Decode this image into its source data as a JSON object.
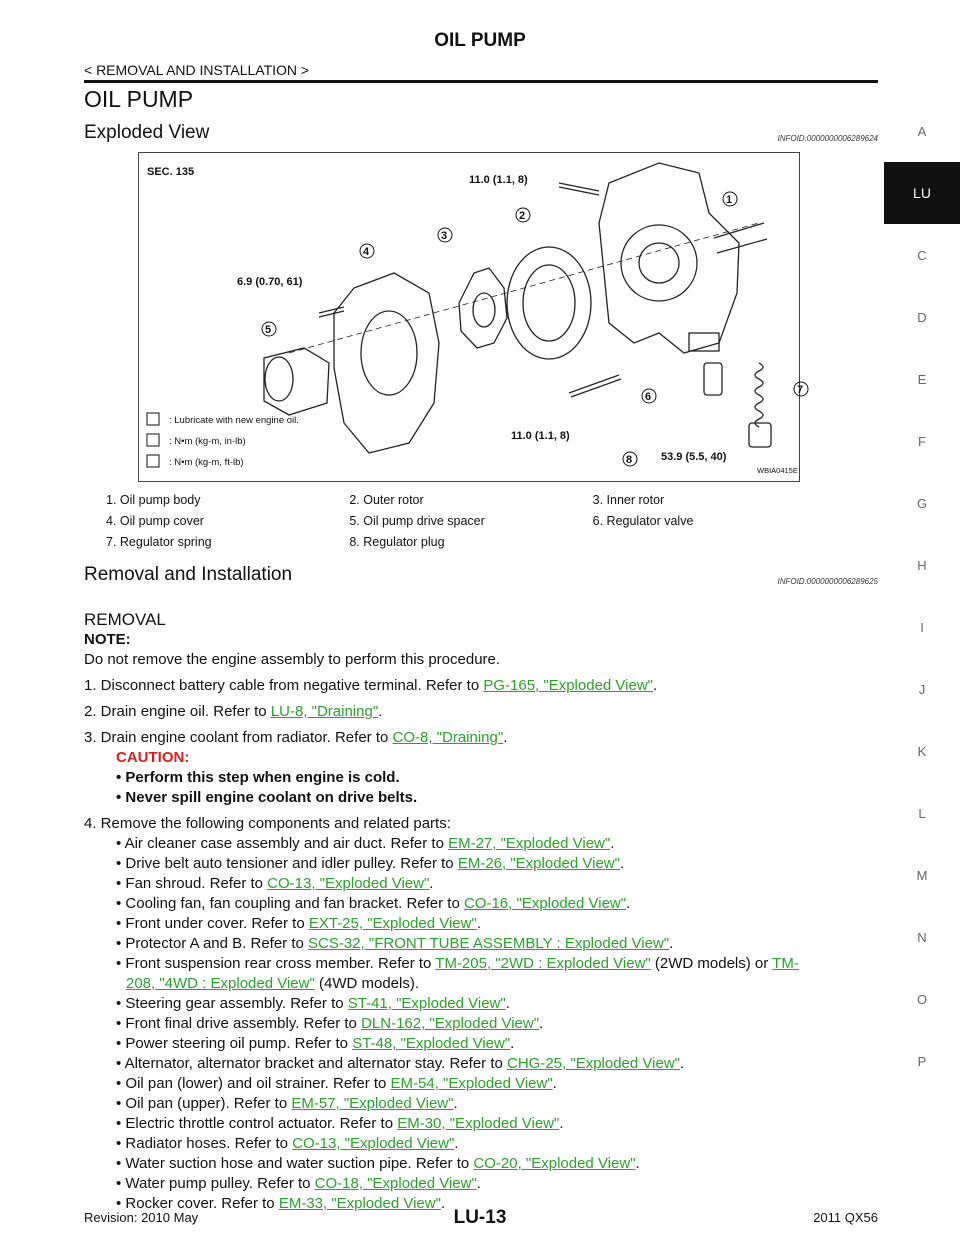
{
  "header": {
    "title": "OIL PUMP",
    "breadcrumb": "< REMOVAL AND INSTALLATION >"
  },
  "section": {
    "title": "OIL PUMP"
  },
  "exploded": {
    "title": "Exploded View",
    "info_id": "INFOID:0000000006289624"
  },
  "figure": {
    "sec": "SEC. 135",
    "torque_top": "11.0 (1.1, 8)",
    "torque_left": "6.9 (0.70, 61)",
    "torque_bottom": "11.0 (1.1, 8)",
    "torque_plug": "53.9 (5.5, 40)",
    "callouts": [
      "1",
      "2",
      "3",
      "4",
      "5",
      "6",
      "7",
      "8"
    ],
    "legend_lube": ": Lubricate with new engine oil.",
    "legend_inlb": ": N•m (kg-m, in-lb)",
    "legend_ftlb": ": N•m (kg-m, ft-lb)",
    "code": "WBIA0415E"
  },
  "parts": [
    [
      "1.   Oil pump body",
      "2.   Outer rotor",
      "3.   Inner rotor"
    ],
    [
      "4.   Oil pump cover",
      "5.   Oil pump drive spacer",
      "6.   Regulator valve"
    ],
    [
      "7.   Regulator spring",
      "8.   Regulator plug",
      ""
    ]
  ],
  "removal_install": {
    "title": "Removal and Installation",
    "info_id": "INFOID:0000000006289625"
  },
  "removal": {
    "heading": "REMOVAL",
    "note_label": "NOTE:",
    "note_text": "Do not remove the engine assembly to perform this procedure.",
    "step1": "1.  Disconnect battery cable from negative terminal. Refer to ",
    "step1_link": "PG-165, \"Exploded View\"",
    "step2": "2.  Drain engine oil. Refer to ",
    "step2_link": "LU-8, \"Draining\"",
    "step3": "3.  Drain engine coolant from radiator. Refer to ",
    "step3_link": "CO-8, \"Draining\"",
    "caution_label": "CAUTION:",
    "caution_1": "Perform this step when engine is cold.",
    "caution_2": "Never spill engine coolant on drive belts.",
    "step4": "4.  Remove the following components and related parts:",
    "items": [
      {
        "text": "• Air cleaner case assembly and air duct. Refer to ",
        "link": "EM-27, \"Exploded View\"",
        "tail": "."
      },
      {
        "text": "• Drive belt auto tensioner and idler pulley. Refer to ",
        "link": "EM-26, \"Exploded View\"",
        "tail": "."
      },
      {
        "text": "• Fan shroud. Refer to ",
        "link": "CO-13, \"Exploded View\"",
        "tail": "."
      },
      {
        "text": "• Cooling fan, fan coupling and fan bracket. Refer to ",
        "link": "CO-16, \"Exploded View\"",
        "tail": "."
      },
      {
        "text": "• Front under cover. Refer to ",
        "link": "EXT-25, \"Exploded View\"",
        "tail": "."
      },
      {
        "text": "• Protector A and B. Refer to ",
        "link": "SCS-32, \"FRONT TUBE ASSEMBLY : Exploded View\"",
        "tail": "."
      },
      {
        "text": "• Front suspension rear cross member. Refer to ",
        "link": "TM-205, \"2WD : Exploded View\"",
        "tail": " (2WD models) or "
      },
      {
        "text": "• Steering gear assembly. Refer to ",
        "link": "ST-41, \"Exploded View\"",
        "tail": "."
      },
      {
        "text": "• Front final drive assembly. Refer to ",
        "link": "DLN-162, \"Exploded View\"",
        "tail": "."
      },
      {
        "text": "• Power steering oil pump. Refer to ",
        "link": "ST-48, \"Exploded View\"",
        "tail": "."
      },
      {
        "text": "• Alternator, alternator bracket and alternator stay. Refer to ",
        "link": "CHG-25, \"Exploded View\"",
        "tail": "."
      },
      {
        "text": "• Oil pan (lower) and oil strainer. Refer to ",
        "link": "EM-54, \"Exploded View\"",
        "tail": "."
      },
      {
        "text": "• Oil pan (upper). Refer to ",
        "link": "EM-57, \"Exploded View\"",
        "tail": "."
      },
      {
        "text": "• Electric throttle control actuator. Refer to ",
        "link": "EM-30, \"Exploded View\"",
        "tail": "."
      },
      {
        "text": "• Radiator hoses. Refer to ",
        "link": "CO-13, \"Exploded View\"",
        "tail": "."
      },
      {
        "text": "• Water suction hose and water suction pipe. Refer to ",
        "link": "CO-20, \"Exploded View\"",
        "tail": "."
      },
      {
        "text": "• Water pump pulley. Refer to ",
        "link": "CO-18, \"Exploded View\"",
        "tail": "."
      },
      {
        "text": "• Rocker cover. Refer to ",
        "link": "EM-33, \"Exploded View\"",
        "tail": "."
      }
    ],
    "tm208_link_a": "TM-",
    "tm208_link_b": "208, \"4WD : Exploded View\"",
    "tm208_tail": " (4WD models)."
  },
  "tabs": [
    "A",
    "LU",
    "C",
    "D",
    "E",
    "F",
    "G",
    "H",
    "I",
    "J",
    "K",
    "L",
    "M",
    "N",
    "O",
    "P"
  ],
  "active_tab": "LU",
  "footer": {
    "revision": "Revision: 2010 May",
    "page": "LU-13",
    "model": "2011 QX56"
  }
}
